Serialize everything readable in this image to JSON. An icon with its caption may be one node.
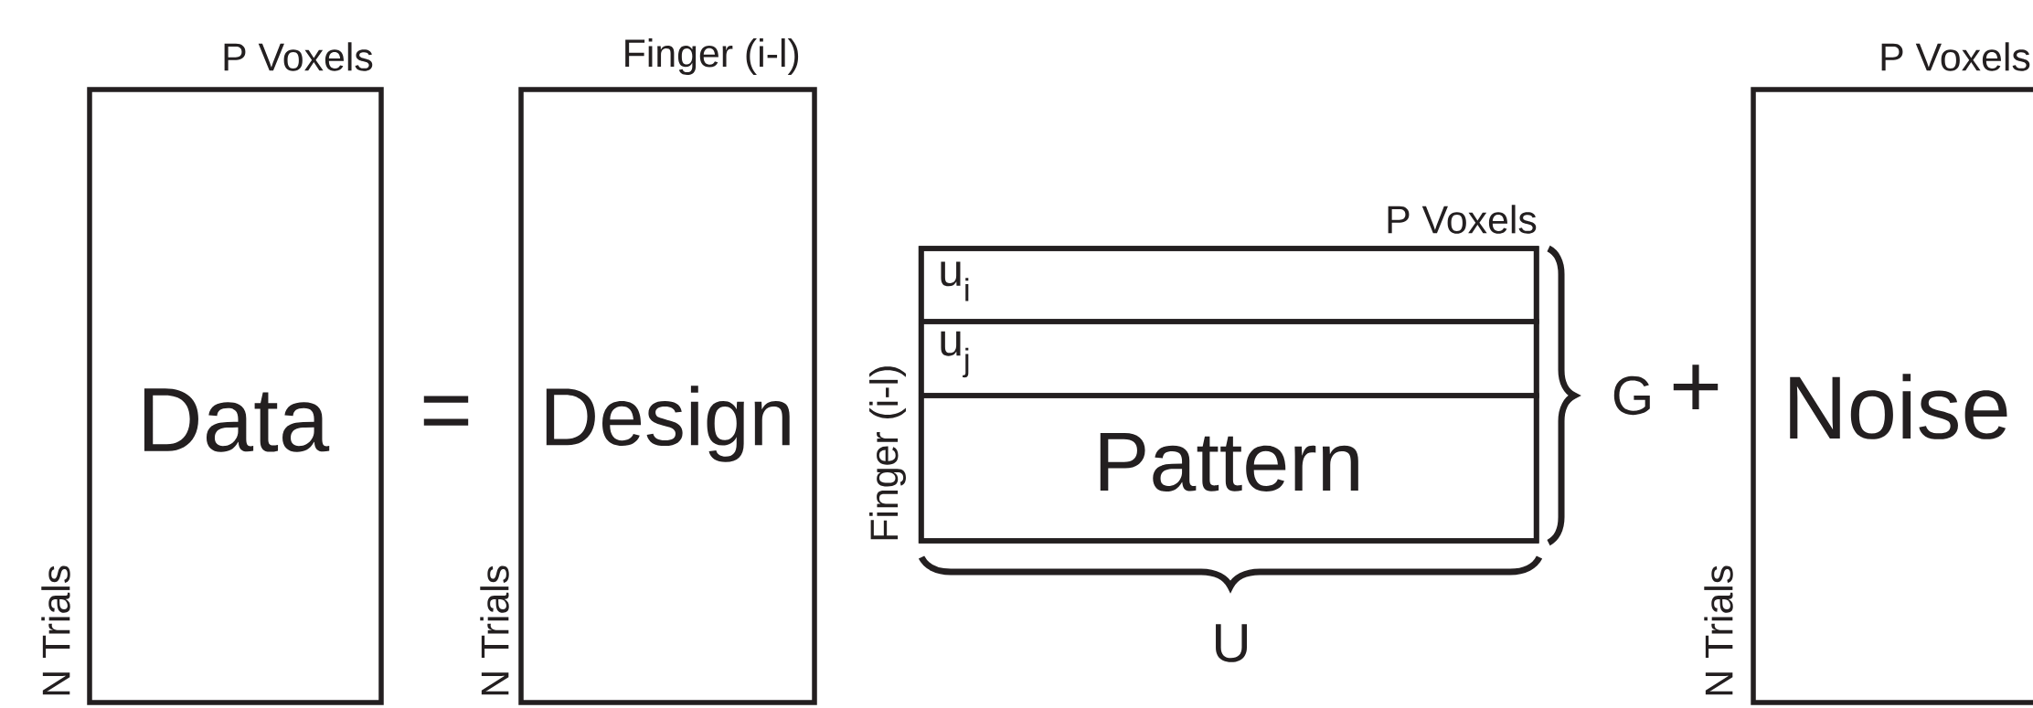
{
  "diagram": {
    "nodes": [
      {
        "text": [
          "Data"
        ],
        "beside": [
          "P Voxels",
          "N Trials"
        ]
      },
      {
        "text": [
          "Design"
        ],
        "beside": [
          "Finger (i-l)",
          "N Trials"
        ]
      },
      {
        "text": [],
        "shape": "box",
        "beside": [
          "P Voxels",
          "Finger (i-l)"
        ]
      },
      {
        "text": [
          "u$_{i}$"
        ],
        "in": 2
      },
      {
        "text": [
          "u$_{j}$"
        ],
        "in": 2
      },
      {
        "text": [
          "Pattern"
        ],
        "in": 2
      },
      {
        "text": [
          "Noise"
        ],
        "beside": [
          "P Voxels",
          "N Trials"
        ]
      }
    ],
    "labels": [
      "=",
      "G",
      "+",
      "U"
    ]
  }
}
